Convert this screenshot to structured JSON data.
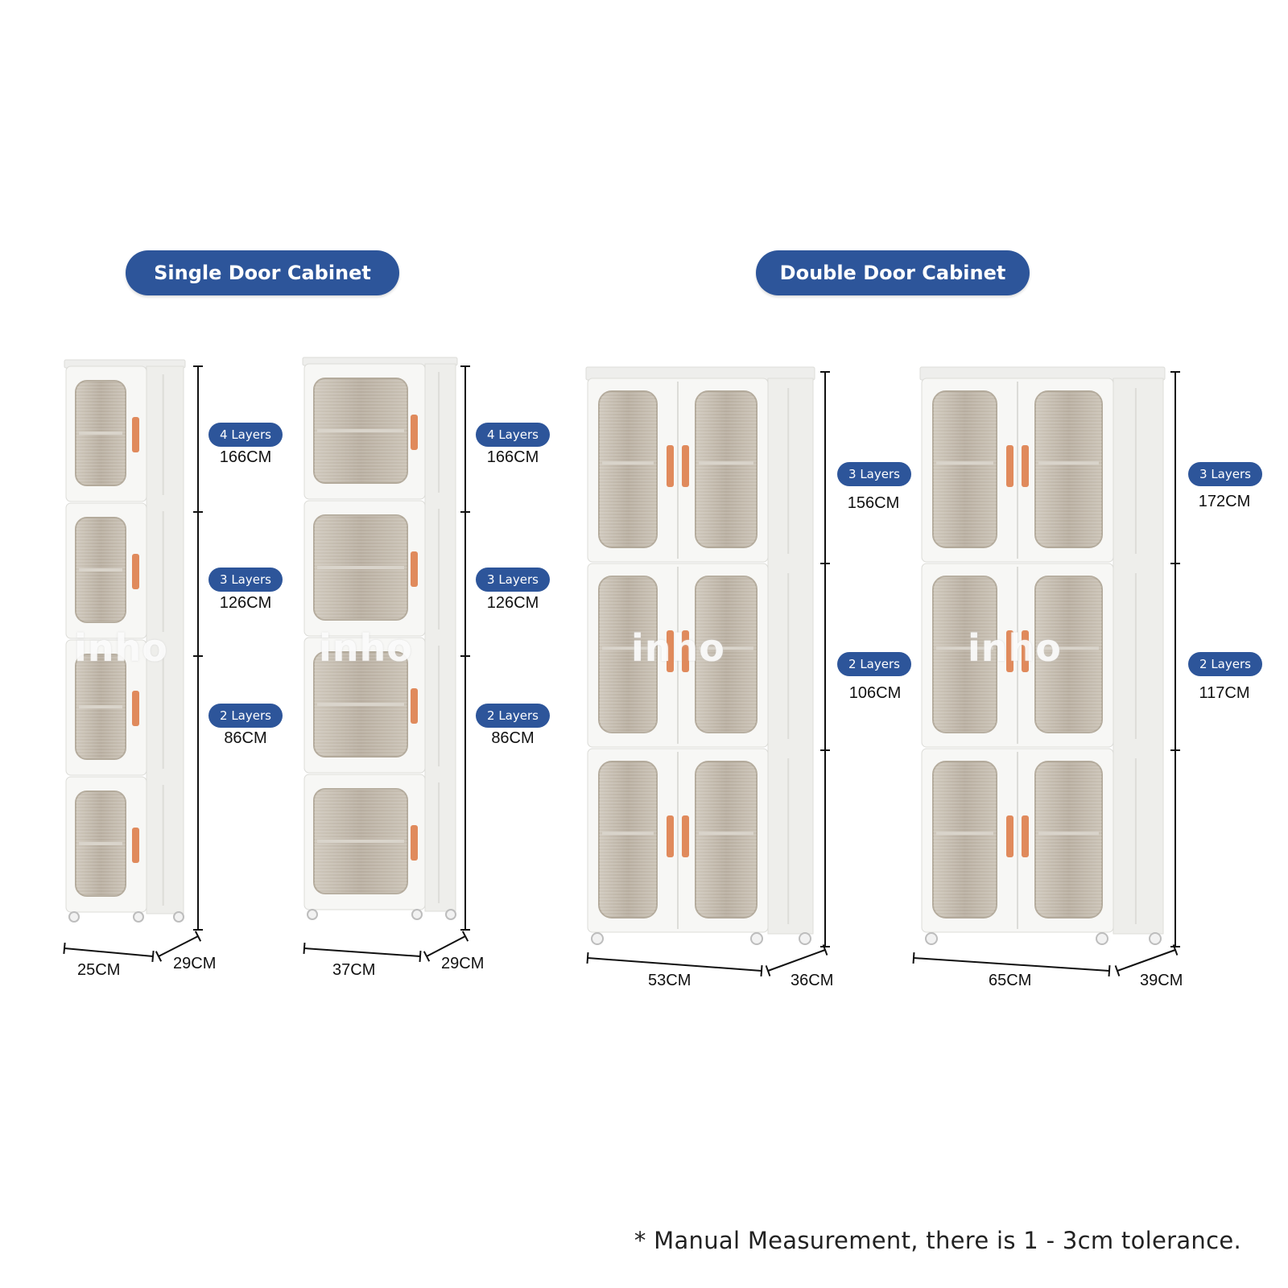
{
  "headers": {
    "single": "Single Door Cabinet",
    "double": "Double Door Cabinet"
  },
  "watermark": "inho",
  "cabinets": [
    {
      "heights": [
        {
          "layers": "4 Layers",
          "height": "166CM"
        },
        {
          "layers": "3 Layers",
          "height": "126CM"
        },
        {
          "layers": "2 Layers",
          "height": "86CM"
        }
      ],
      "width": "25CM",
      "depth": "29CM"
    },
    {
      "heights": [
        {
          "layers": "4 Layers",
          "height": "166CM"
        },
        {
          "layers": "3 Layers",
          "height": "126CM"
        },
        {
          "layers": "2 Layers",
          "height": "86CM"
        }
      ],
      "width": "37CM",
      "depth": "29CM"
    },
    {
      "heights": [
        {
          "layers": "3 Layers",
          "height": "156CM"
        },
        {
          "layers": "2 Layers",
          "height": "106CM"
        }
      ],
      "width": "53CM",
      "depth": "36CM"
    },
    {
      "heights": [
        {
          "layers": "3 Layers",
          "height": "172CM"
        },
        {
          "layers": "2 Layers",
          "height": "117CM"
        }
      ],
      "width": "65CM",
      "depth": "39CM"
    }
  ],
  "note": "* Manual Measurement, there is 1 - 3cm tolerance.",
  "colors": {
    "badge": "#2d559a",
    "cabinet_body": "#f7f7f5",
    "glass": "#b9b0a2",
    "handle": "#e08a5c"
  }
}
